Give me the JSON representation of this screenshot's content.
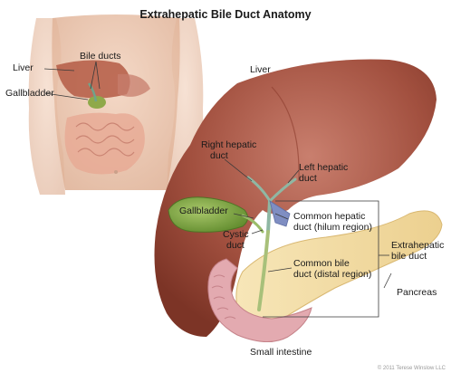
{
  "title": "Extrahepatic Bile Duct Anatomy",
  "inset_labels": {
    "liver": "Liver",
    "bile_ducts": "Bile ducts",
    "gallbladder": "Gallbladder"
  },
  "main_labels": {
    "liver": "Liver",
    "right_hepatic_duct_1": "Right hepatic",
    "right_hepatic_duct_2": "duct",
    "left_hepatic_duct_1": "Left hepatic",
    "left_hepatic_duct_2": "duct",
    "gallbladder": "Gallbladder",
    "cystic_duct_1": "Cystic",
    "cystic_duct_2": "duct",
    "common_hepatic_duct_1": "Common hepatic",
    "common_hepatic_duct_2": "duct (hilum region)",
    "common_bile_duct_1": "Common bile",
    "common_bile_duct_2": "duct (distal region)",
    "extrahepatic_bile_duct_1": "Extrahepatic",
    "extrahepatic_bile_duct_2": "bile duct",
    "pancreas": "Pancreas",
    "small_intestine": "Small intestine"
  },
  "credit": "© 2011 Terese Winslow LLC"
}
